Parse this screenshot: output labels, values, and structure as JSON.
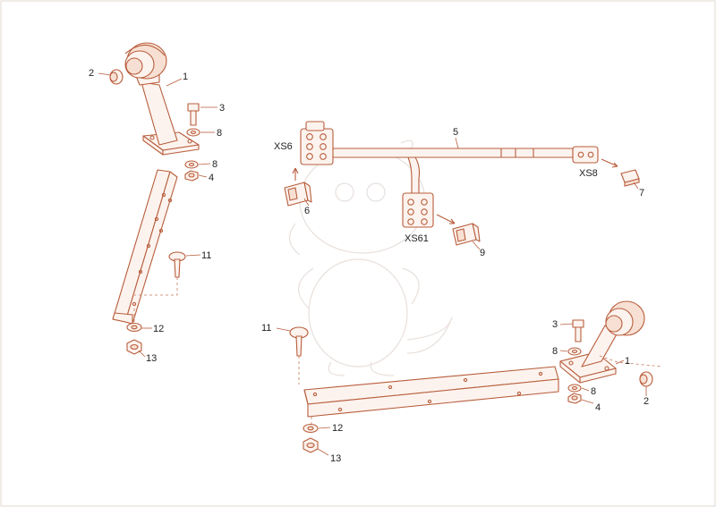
{
  "labels": {
    "l1a": "1",
    "l2a": "2",
    "l3a": "3",
    "l8a": "8",
    "l8b": "8",
    "l4a": "4",
    "l11a": "11",
    "l12a": "12",
    "l13a": "13",
    "l5": "5",
    "xs6": "XS6",
    "l6": "6",
    "xs61": "XS61",
    "l9": "9",
    "xs8": "XS8",
    "l7": "7",
    "l11b": "11",
    "l3b": "3",
    "l8c": "8",
    "l1b": "1",
    "l8d": "8",
    "l4b": "4",
    "l2b": "2",
    "l12b": "12",
    "l13b": "13"
  },
  "colors": {
    "outline": "#b85d3c",
    "fill": "#fcf3ee",
    "border": "#e2d8d2",
    "label": "#1f1f1f"
  }
}
